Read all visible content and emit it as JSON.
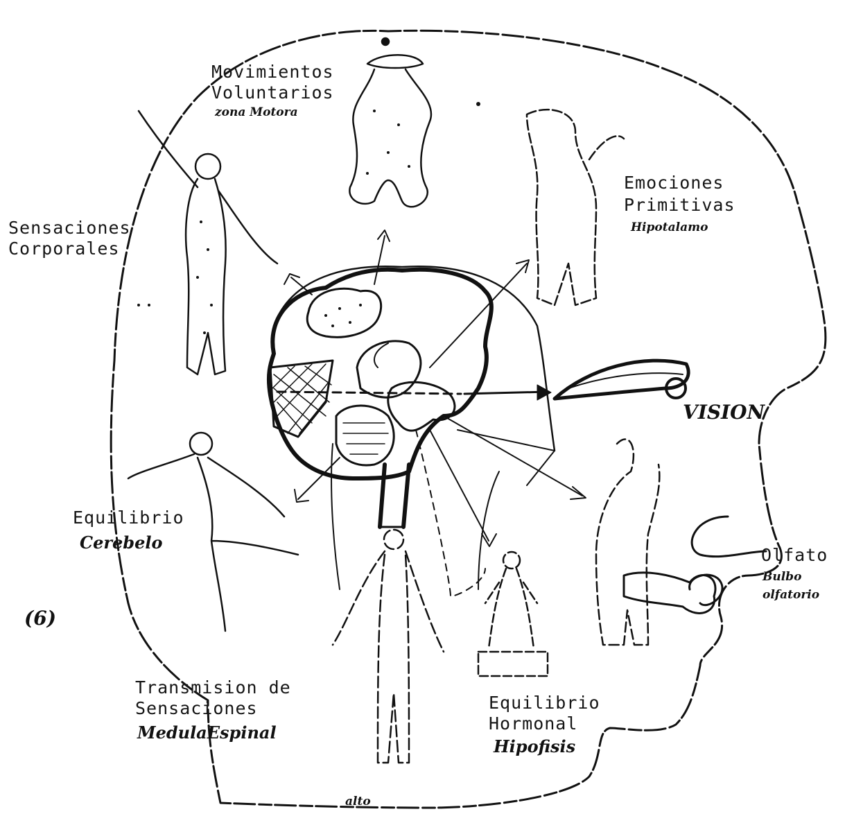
{
  "labels": {
    "movimientos_line1": "Movimientos",
    "movimientos_line2": "Voluntarios",
    "movimientos_hand": "zona Motora",
    "sensaciones_line1": "Sensaciones",
    "sensaciones_line2": "Corporales",
    "emociones_line1": "Emociones",
    "emociones_line2": "Primitivas",
    "emociones_hand": "Hipotalamo",
    "vision": "VISION",
    "equilibrio_line1": "Equilibrio",
    "equilibrio_hand": "Cerebelo",
    "transmision_line1": "Transmision de",
    "transmision_line2": "Sensaciones",
    "transmision_hand": "MedulaEspinal",
    "equilibrio_hormonal_line1": "Equilibrio",
    "equilibrio_hormonal_line2": "Hormonal",
    "equilibrio_hormonal_hand": "Hipofisis",
    "olfato_line1": "Olfato",
    "olfato_hand1": "Bulbo",
    "olfato_hand2": "olfatorio",
    "figure_number": "(6)",
    "bottom_mark": "alto"
  },
  "colors": {
    "ink": "#111111",
    "paper": "#ffffff"
  }
}
